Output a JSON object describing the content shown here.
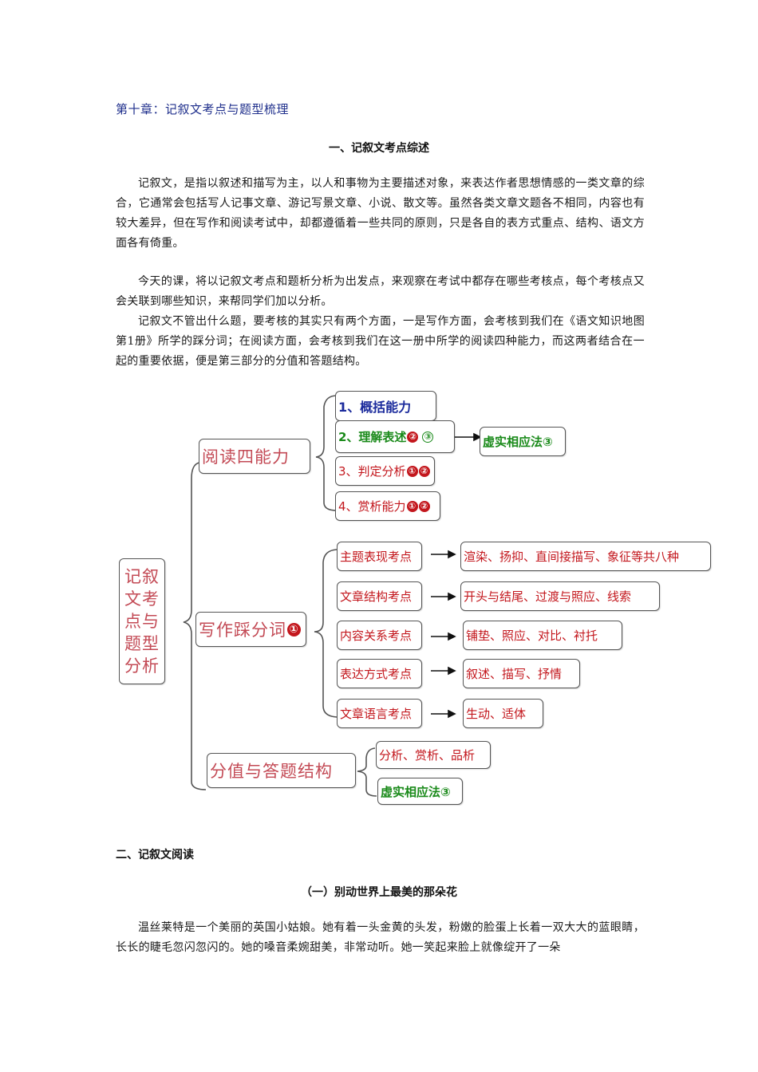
{
  "chapter_title": "第十章：记叙文考点与题型梳理",
  "section1": {
    "heading": "一、记叙文考点综述",
    "paragraphs": [
      "记叙文，是指以叙述和描写为主，以人和事物为主要描述对象，来表达作者思想情感的一类文章的综合，它通常会包括写人记事文章、游记写景文章、小说、散文等。虽然各类文章文题各不相同，内容也有较大差异，但在写作和阅读考试中，却都遵循着一些共同的原则，只是各自的表方式重点、结构、语文方面各有倚重。",
      "今天的课，将以记叙文考点和题析分析为出发点，来观察在考试中都存在哪些考核点，每个考核点又会关联到哪些知识，来帮同学们加以分析。",
      "记叙文不管出什么题，要考核的其实只有两个方面，一是写作方面，会考核到我们在《语文知识地图第1册》所学的踩分词；在阅读方面，会考核到我们在这一册中所学的阅读四种能力，而这两者结合在一起的重要依据，便是第三部分的分值和答题结构。"
    ]
  },
  "diagram": {
    "root": "记叙文考点与题型分析",
    "root_lines": [
      "记叙",
      "文考",
      "点与",
      "题型",
      "分析"
    ],
    "reading": {
      "label": "阅读四能力",
      "items": [
        {
          "text": "1、概括能力",
          "marks": ""
        },
        {
          "text": "2、理解表述",
          "marks": [
            "②",
            "③"
          ],
          "arrow_to": "虚实相应法③"
        },
        {
          "text": "3、判定分析",
          "marks": [
            "①",
            "②"
          ]
        },
        {
          "text": "4、赏析能力",
          "marks": [
            "①",
            "②"
          ]
        }
      ]
    },
    "writing": {
      "label": "写作踩分词",
      "label_mark": "①",
      "items": [
        {
          "point": "主题表现考点",
          "detail": "渲染、扬抑、直间接描写、象征等共八种"
        },
        {
          "point": "文章结构考点",
          "detail": "开头与结尾、过渡与照应、线索"
        },
        {
          "point": "内容关系考点",
          "detail": "铺垫、照应、对比、衬托"
        },
        {
          "point": "表达方式考点",
          "detail": "叙述、描写、抒情"
        },
        {
          "point": "文章语言考点",
          "detail": "生动、适体"
        }
      ]
    },
    "scoring": {
      "label": "分值与答题结构",
      "items": [
        "分析、赏析、品析",
        "虚实相应法③"
      ]
    }
  },
  "section2": {
    "heading": "二、记叙文阅读",
    "subheading": "（一）别动世界上最美的那朵花",
    "paragraph": "温丝莱特是一个美丽的英国小姑娘。她有着一头金黄的头发，粉嫩的脸蛋上长着一双大大的蓝眼睛，长长的睫毛忽闪忽闪的。她的嗓音柔婉甜美，非常动听。她一笑起来脸上就像绽开了一朵"
  },
  "colors": {
    "chapter_title": "#1f2f8c",
    "red_text": "#c3171d",
    "green_text": "#1a8a1a",
    "blue_text": "#1a2a9c",
    "box_border": "#555555"
  }
}
